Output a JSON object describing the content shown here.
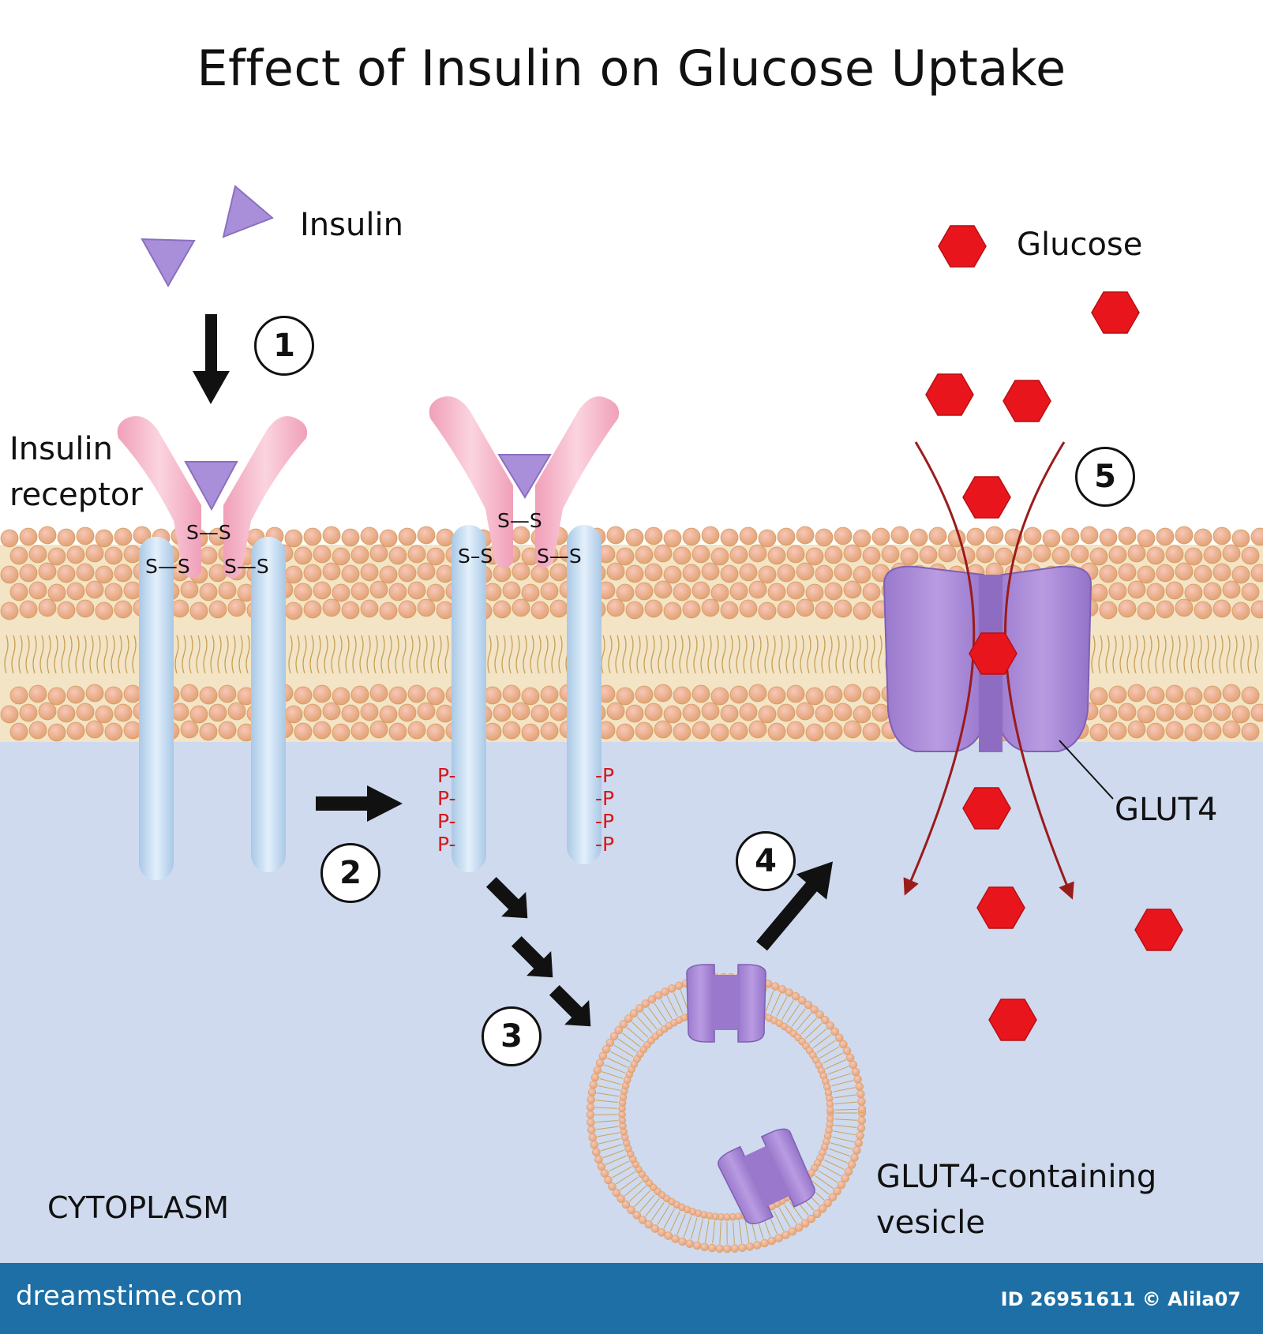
{
  "title": "Effect of Insulin on Glucose Uptake",
  "labels": {
    "insulin": "Insulin",
    "glucose": "Glucose",
    "insulin_receptor_line1": "Insulin",
    "insulin_receptor_line2": "receptor",
    "glut4": "GLUT4",
    "vesicle_line1": "GLUT4-containing",
    "vesicle_line2": "vesicle",
    "cytoplasm": "CYTOPLASM"
  },
  "steps": [
    "1",
    "2",
    "3",
    "4",
    "5"
  ],
  "disulfide": {
    "bond": "S—S",
    "bond_alt": "S–S"
  },
  "phospho": {
    "left": [
      "P-",
      "P-",
      "P-",
      "P-"
    ],
    "right": [
      "-P",
      "-P",
      "-P",
      "-P"
    ]
  },
  "footer": {
    "brand": "dreamstime.com",
    "credit": "ID 26951611 © Alila07"
  },
  "colors": {
    "cytoplasm": "#cfdaee",
    "lipid_head_orange": "#e8b377",
    "lipid_head_pink": "#f0b2ae",
    "lipid_tail": "#c9a25a",
    "receptor_alpha": "#f3a5bb",
    "receptor_beta": "#b9d5ec",
    "insulin": "#a98fd9",
    "glut4": "#a887d6",
    "glucose": "#e8161c",
    "phosphate": "#d41a1a",
    "footer": "#1d6fa5"
  }
}
